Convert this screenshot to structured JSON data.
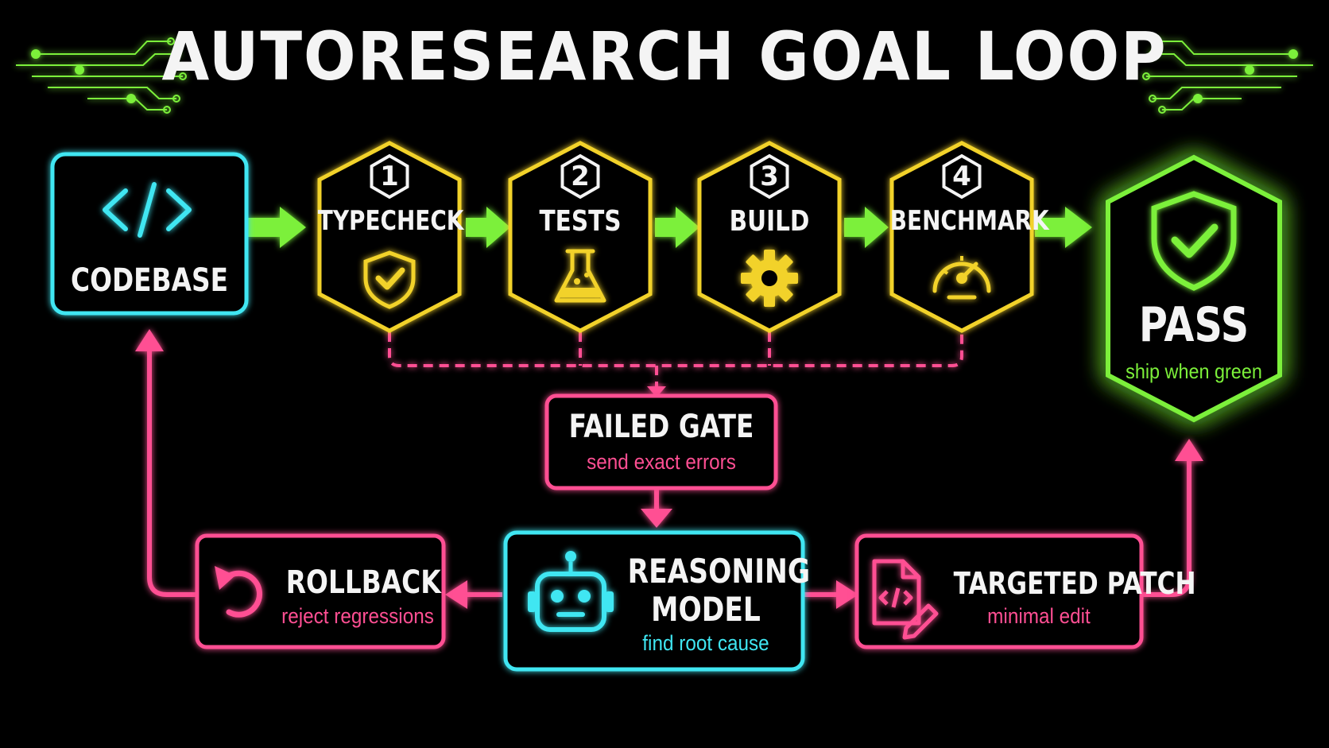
{
  "title": "AUTORESEARCH GOAL LOOP",
  "colors": {
    "cyan": "#3fe6f2",
    "yellow": "#f2d22a",
    "green": "#7cf03a",
    "pink": "#ff4f93"
  },
  "codebase": {
    "label": "CODEBASE",
    "icon": "code-brackets-icon"
  },
  "gates": [
    {
      "number": "1",
      "label": "TYPECHECK",
      "icon": "shield-check-icon"
    },
    {
      "number": "2",
      "label": "TESTS",
      "icon": "flask-icon"
    },
    {
      "number": "3",
      "label": "BUILD",
      "icon": "gear-icon"
    },
    {
      "number": "4",
      "label": "BENCHMARK",
      "icon": "speedometer-icon"
    }
  ],
  "pass": {
    "label": "PASS",
    "sub": "ship when green",
    "icon": "shield-check-icon"
  },
  "failed_gate": {
    "label": "FAILED GATE",
    "sub": "send exact errors"
  },
  "reasoning": {
    "label_line1": "REASONING",
    "label_line2": "MODEL",
    "sub": "find root cause",
    "icon": "robot-icon"
  },
  "rollback": {
    "label": "ROLLBACK",
    "sub": "reject regressions",
    "icon": "undo-icon"
  },
  "patch": {
    "label": "TARGETED PATCH",
    "sub": "minimal edit",
    "icon": "code-file-edit-icon"
  }
}
